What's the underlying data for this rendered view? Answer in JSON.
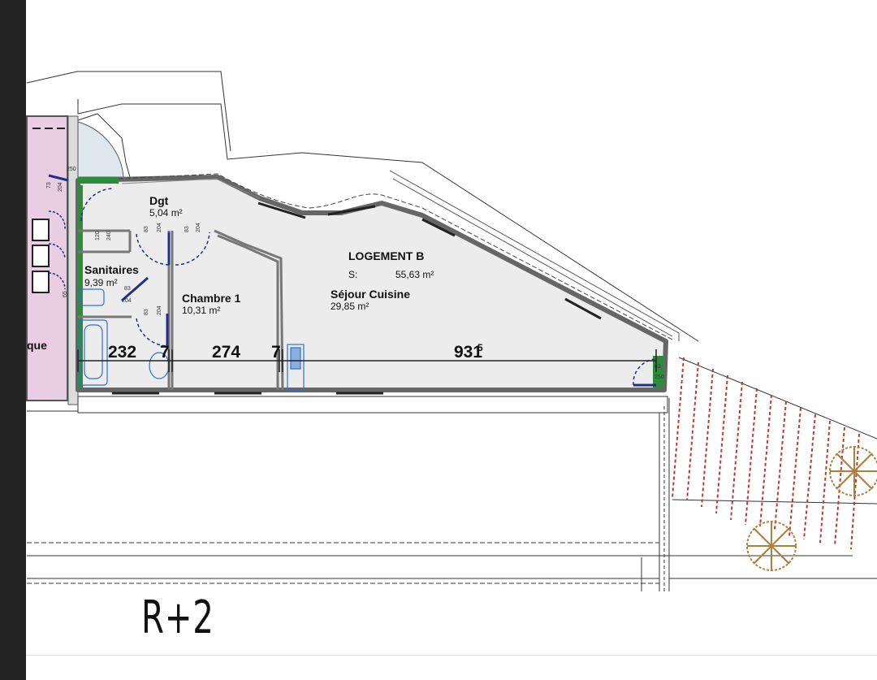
{
  "plan": {
    "unit_title": "LOGEMENT B",
    "total_surface_label": "S:",
    "total_surface_value": "55,63 m²",
    "level": "R+2",
    "rooms": [
      {
        "name": "Dgt",
        "area": "5,04 m²"
      },
      {
        "name": "Sanitaires",
        "area": "9,39 m²"
      },
      {
        "name": "Chambre 1",
        "area": "10,31 m²"
      },
      {
        "name": "Séjour Cuisine",
        "area": "29,85 m²"
      }
    ],
    "neighbor_room_partial": "que",
    "dimensions": {
      "d1": "232",
      "d2": "7",
      "d3": "274",
      "d4": "7",
      "d5": "931",
      "d5_sup": "5"
    },
    "door_marks": [
      "83",
      "204",
      "83",
      "204",
      "83",
      "204",
      "83",
      "204",
      "120",
      "240",
      "73",
      "204",
      "65",
      "250",
      "63",
      "250"
    ]
  },
  "colors": {
    "wall": "#7a7a7a",
    "floor": "#ececec",
    "neighbor_fill": "#e9cde3",
    "green_mark": "#2e8b3a",
    "door": "#1f2f8a",
    "fixture": "#2f6fd6",
    "hatch": "#c0392b",
    "tree": "#b07d3a"
  }
}
